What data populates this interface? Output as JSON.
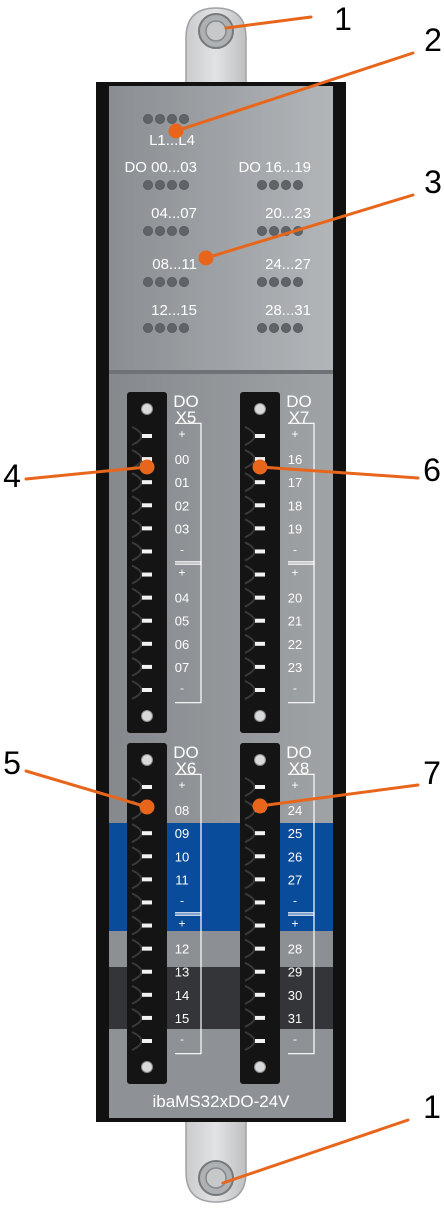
{
  "callouts": [
    {
      "id": "mount-top",
      "label": "1"
    },
    {
      "id": "status-led-l1-l4",
      "label": "2"
    },
    {
      "id": "do-led-matrix",
      "label": "3"
    },
    {
      "id": "connector-x5",
      "label": "4"
    },
    {
      "id": "connector-x6",
      "label": "5"
    },
    {
      "id": "connector-x7",
      "label": "6"
    },
    {
      "id": "connector-x8",
      "label": "7"
    },
    {
      "id": "mount-bottom",
      "label": "1"
    }
  ],
  "led_panel": {
    "status_label": "L1...L4",
    "rows": [
      {
        "left": "DO 00...03",
        "right": "DO 16...19"
      },
      {
        "left": "04...07",
        "right": "20...23"
      },
      {
        "left": "08...11",
        "right": "24...27"
      },
      {
        "left": "12...15",
        "right": "28...31"
      }
    ]
  },
  "connectors": [
    {
      "prefix": "DO",
      "name": "X5",
      "pins_a": [
        "+",
        "00",
        "01",
        "02",
        "03",
        "-"
      ],
      "pins_b": [
        "+",
        "04",
        "05",
        "06",
        "07",
        "-"
      ]
    },
    {
      "prefix": "DO",
      "name": "X7",
      "pins_a": [
        "+",
        "16",
        "17",
        "18",
        "19",
        "-"
      ],
      "pins_b": [
        "+",
        "20",
        "21",
        "22",
        "23",
        "-"
      ]
    },
    {
      "prefix": "DO",
      "name": "X6",
      "pins_a": [
        "+",
        "08",
        "09",
        "10",
        "11",
        "-"
      ],
      "pins_b": [
        "+",
        "12",
        "13",
        "14",
        "15",
        "-"
      ]
    },
    {
      "prefix": "DO",
      "name": "X8",
      "pins_a": [
        "+",
        "24",
        "25",
        "26",
        "27",
        "-"
      ],
      "pins_b": [
        "+",
        "28",
        "29",
        "30",
        "31",
        "-"
      ]
    }
  ],
  "device_label": "ibaMS32xDO-24V",
  "colors": {
    "callout": "#e8661c",
    "panel": "#8c9094",
    "blue_band": "#0a4c9c",
    "dark_band": "#333538",
    "connector": "#141414"
  }
}
